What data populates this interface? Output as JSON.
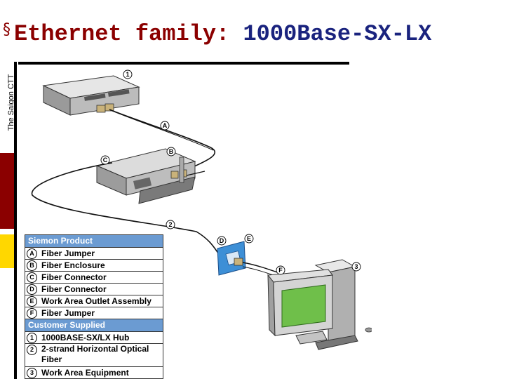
{
  "slide": {
    "bullet": "§",
    "title_part1": "Ethernet family: ",
    "title_part2": "1000Base-SX-LX",
    "side_label": "The Saigon CTT"
  },
  "diagram": {
    "callouts": {
      "hub": "1",
      "horizontal_fiber": "2",
      "equipment": "3",
      "a": "A",
      "b": "B",
      "c": "C",
      "d": "D",
      "e": "E",
      "f": "F"
    }
  },
  "legend": {
    "header_siemon": "Siemon Product",
    "siemon_items": [
      {
        "marker": "A",
        "label": "Fiber Jumper"
      },
      {
        "marker": "B",
        "label": "Fiber Enclosure"
      },
      {
        "marker": "C",
        "label": "Fiber Connector"
      },
      {
        "marker": "D",
        "label": "Fiber Connector"
      },
      {
        "marker": "E",
        "label": "Work Area Outlet Assembly"
      },
      {
        "marker": "F",
        "label": "Fiber Jumper"
      }
    ],
    "header_customer": "Customer Supplied",
    "customer_items": [
      {
        "marker": "1",
        "label": "1000BASE-SX/LX Hub"
      },
      {
        "marker": "2",
        "label": "2-strand Horizontal Optical Fiber"
      },
      {
        "marker": "3",
        "label": "Work Area Equipment"
      }
    ]
  },
  "colors": {
    "title_dark_red": "#8b0000",
    "title_navy": "#1a237e",
    "legend_header_blue": "#6b9bd2",
    "outlet_blue": "#3d8fd6",
    "connector_tan": "#c9b27a"
  }
}
